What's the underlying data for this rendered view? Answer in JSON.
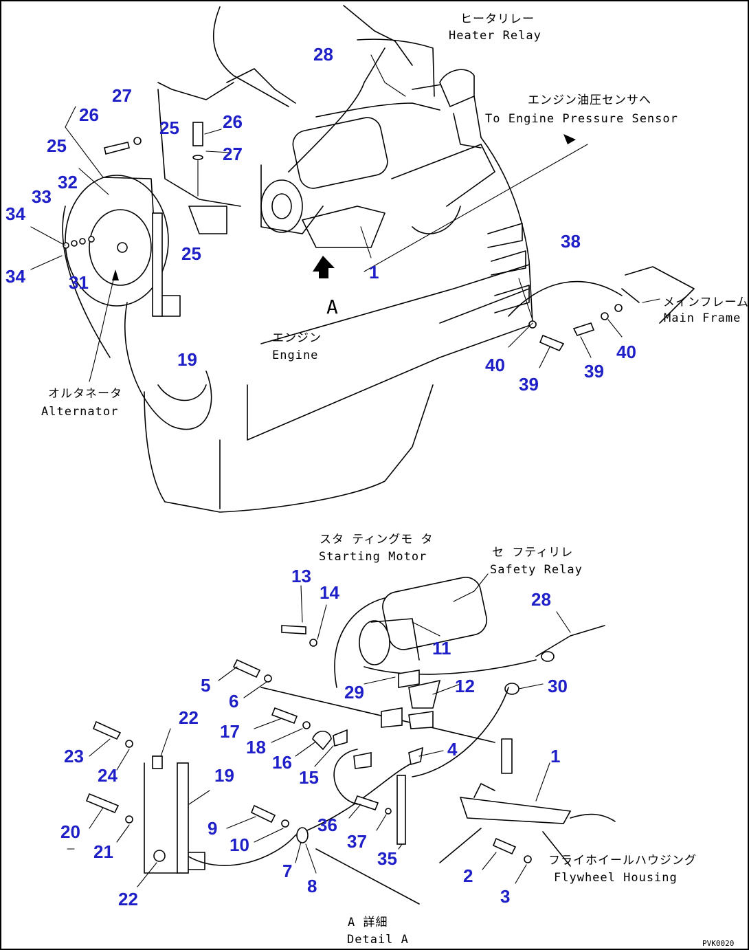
{
  "labels": {
    "heater_relay_jp": "ヒータリレー",
    "heater_relay_en": "Heater Relay",
    "pressure_sensor_jp": "エンジン油圧センサへ",
    "pressure_sensor_en": "To Engine Pressure Sensor",
    "engine_jp": "エンジン",
    "engine_en": "Engine",
    "alternator_jp": "オルタネータ",
    "alternator_en": "Alternator",
    "main_frame_jp": "メインフレーム",
    "main_frame_en": "Main Frame",
    "view_a": "A",
    "starting_motor_jp": "スタ ティングモ タ",
    "starting_motor_en": "Starting Motor",
    "safety_relay_jp": "セ フティリレ",
    "safety_relay_en": "Safety Relay",
    "flywheel_jp": "フライホイールハウジング",
    "flywheel_en": "Flywheel Housing",
    "detail_jp": "A 詳細",
    "detail_en": "Detail A",
    "drawing_code": "PVK0020"
  },
  "callouts": [
    "28",
    "27",
    "26",
    "25",
    "26",
    "27",
    "25",
    "32",
    "33",
    "34",
    "34",
    "31",
    "25",
    "1",
    "19",
    "38",
    "40",
    "39",
    "39",
    "40",
    "13",
    "14",
    "11",
    "28",
    "5",
    "6",
    "29",
    "12",
    "30",
    "17",
    "18",
    "16",
    "15",
    "4",
    "22",
    "23",
    "24",
    "19",
    "1",
    "20",
    "21",
    "9",
    "10",
    "36",
    "37",
    "35",
    "7",
    "8",
    "2",
    "3",
    "22"
  ],
  "colors": {
    "callout": "#1f1fc8",
    "line": "#000000",
    "background": "#ffffff"
  }
}
